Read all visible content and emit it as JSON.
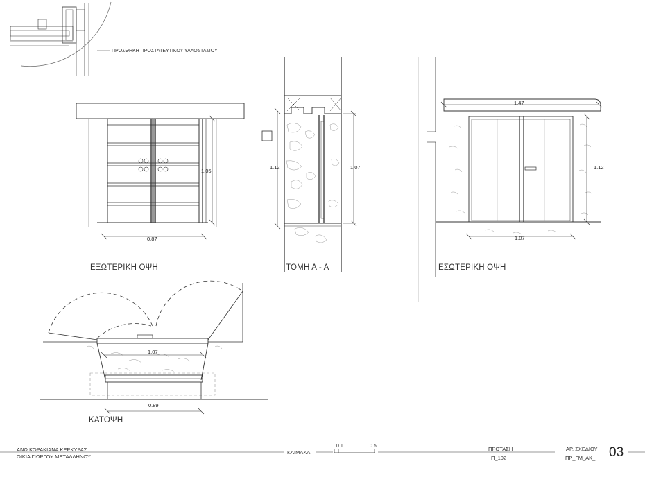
{
  "detail": {
    "caption": "ΠΡΟΣΘΗΚΗ ΠΡΟΣΤΑΤΕΥΤΙΚΟΥ ΥΑΛΟΣΤΑΣΙΟΥ"
  },
  "views": {
    "exterior": {
      "title": "ΕΞΩΤΕΡΙΚΗ ΟΨΗ",
      "dim_width": "0.87",
      "dim_height": "1.05"
    },
    "section": {
      "title": "ΤΟΜΗ Α - Α",
      "dim_left": "1.12",
      "dim_right": "1.07"
    },
    "interior": {
      "title": "ΕΣΩΤΕΡΙΚΗ ΟΨΗ",
      "dim_top": "1.47",
      "dim_height": "1.12",
      "dim_bottom": "1.07"
    },
    "plan": {
      "title": "ΚΑΤΟΨΗ",
      "dim_inner": "1.07",
      "dim_outer": "0.89"
    }
  },
  "title_block": {
    "location": "ΑΝΩ ΚΟΡΑΚΙΑΝΑ ΚΕΡΚΥΡΑΣ",
    "owner": "ΟΙΚΙΑ ΓΙΩΡΓΟΥ ΜΕΤΑΛΛΗΝΟΥ",
    "scale_label": "ΚΛΙΜΑΚΑ",
    "scale_tick_1": "0.1",
    "scale_tick_2": "0.5",
    "proposal_label": "ΠΡΟΤΑΣΗ",
    "proposal_value": "Π_102",
    "drawing_no_label": "ΑΡ. ΣΧΕΔΙΟΥ",
    "drawing_code": "ΠΡ_ΓΜ_ΑΚ_",
    "drawing_number": "03"
  }
}
